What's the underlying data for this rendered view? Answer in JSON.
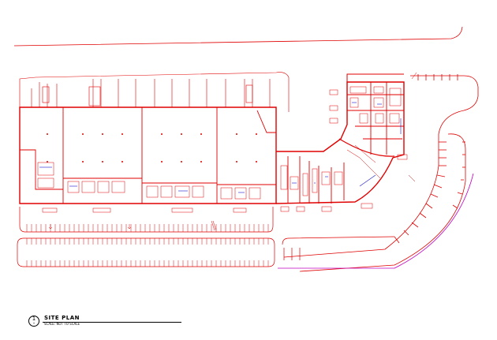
{
  "drawing": {
    "line_color": "#e00000",
    "accent_color": "#c000c0",
    "detail_color": "#1a1acc",
    "background": "#ffffff"
  },
  "title_block": {
    "number": "1",
    "sheet": "-",
    "title": "SITE PLAN",
    "scale_note": "SCALE: NOT TO SCALE"
  }
}
